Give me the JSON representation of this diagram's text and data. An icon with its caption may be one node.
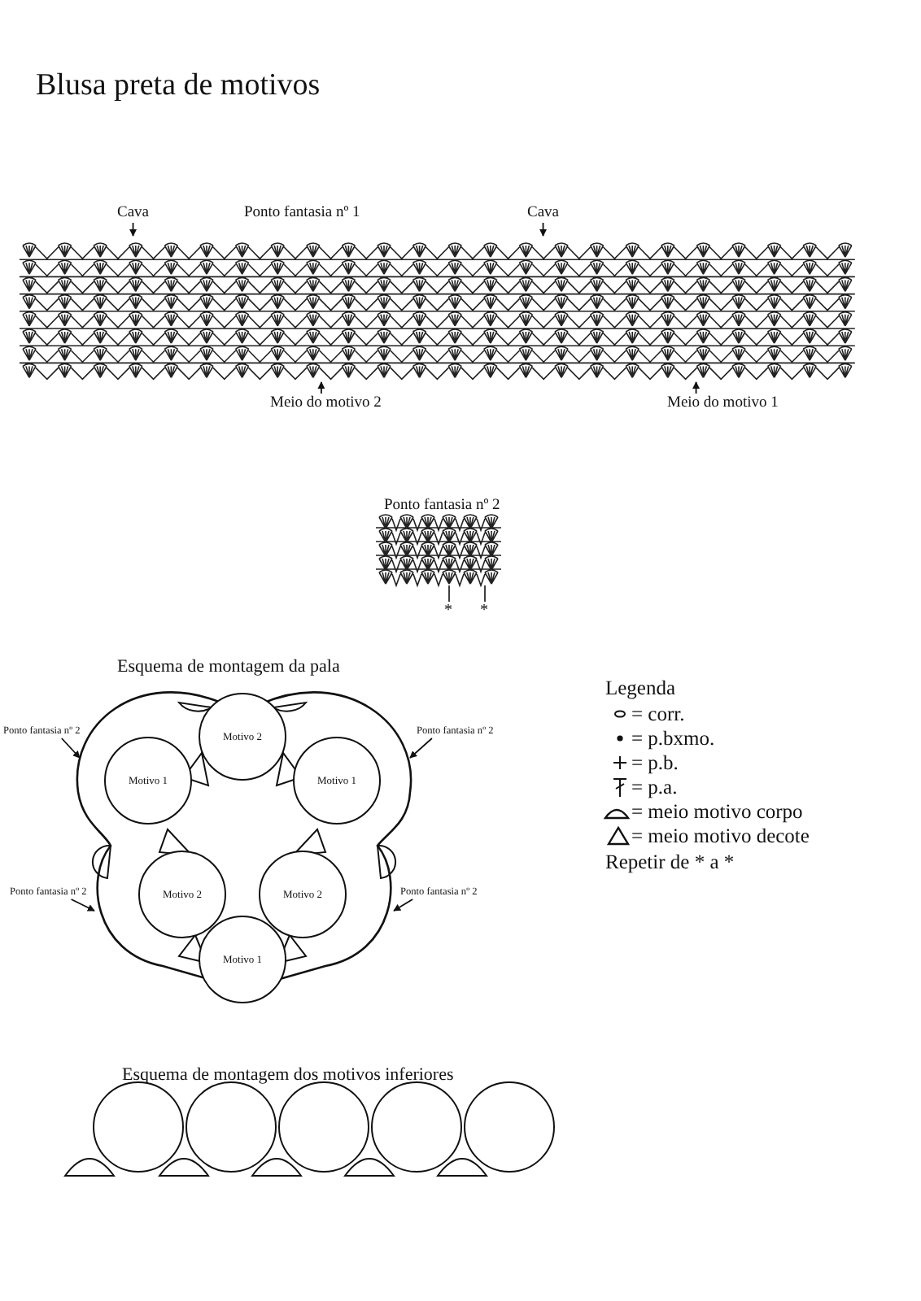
{
  "diagram": {
    "title": "Blusa preta de motivos",
    "nodes": [
      {
        "text": [],
        "shape": "chart"
      },
      {
        "text": [
          "Cava"
        ]
      },
      {
        "text": [
          "Cava"
        ]
      },
      {
        "text": [
          "Meio do motivo 2"
        ]
      },
      {
        "text": [
          "Meio do motivo 1"
        ]
      },
      {
        "text": [],
        "shape": "band"
      },
      {
        "text": [
          "Ponto fantasia nº 2"
        ]
      },
      {
        "text": [
          "Ponto fantasia nº 2"
        ]
      },
      {
        "text": [
          "Ponto fantasia nº 2"
        ]
      },
      {
        "text": [
          "Ponto fantasia nº 2"
        ]
      },
      {
        "text": [
          "Motivo 2"
        ],
        "in": 5
      },
      {
        "text": [
          "Motivo 1"
        ],
        "in": 5
      },
      {
        "text": [
          "Motivo 1"
        ],
        "in": 5
      },
      {
        "text": [
          "Motivo 2"
        ],
        "in": 5
      },
      {
        "text": [
          "Motivo 2"
        ],
        "in": 5
      },
      {
        "text": [
          "Motivo 1"
        ]
      },
      {
        "text": [],
        "shape": "circle"
      },
      {
        "text": [],
        "shape": "circle"
      },
      {
        "text": [],
        "shape": "circle"
      },
      {
        "text": [],
        "shape": "circle"
      },
      {
        "text": [],
        "shape": "circle"
      }
    ],
    "edges": [
      {
        "from": 1,
        "to": 0,
        "arrow": "to"
      },
      {
        "from": 2,
        "to": 0,
        "arrow": "to"
      },
      {
        "from": 3,
        "to": 0,
        "arrow": "to"
      },
      {
        "from": 4,
        "to": 0,
        "arrow": "to"
      },
      {
        "from": 6,
        "to": 5,
        "arrow": "to"
      },
      {
        "from": 7,
        "to": 5,
        "arrow": "to"
      },
      {
        "from": 8,
        "to": 5,
        "arrow": "to"
      },
      {
        "from": 9,
        "to": 5,
        "arrow": "to"
      }
    ],
    "labels": [
      "Ponto fantasia nº 1",
      "Ponto fantasia nº 2",
      "*",
      "*",
      "Esquema de montagem da pala",
      "Legenda",
      "Repetir de * a *",
      "Esquema de montagem dos motivos inferiores"
    ],
    "legend": [
      {
        "text": "= corr."
      },
      {
        "text": "= p.bxmo."
      },
      {
        "text": "= p.b."
      },
      {
        "text": "= p.a."
      },
      {
        "text": "= meio motivo corpo"
      },
      {
        "text": "= meio motivo decote"
      }
    ]
  }
}
